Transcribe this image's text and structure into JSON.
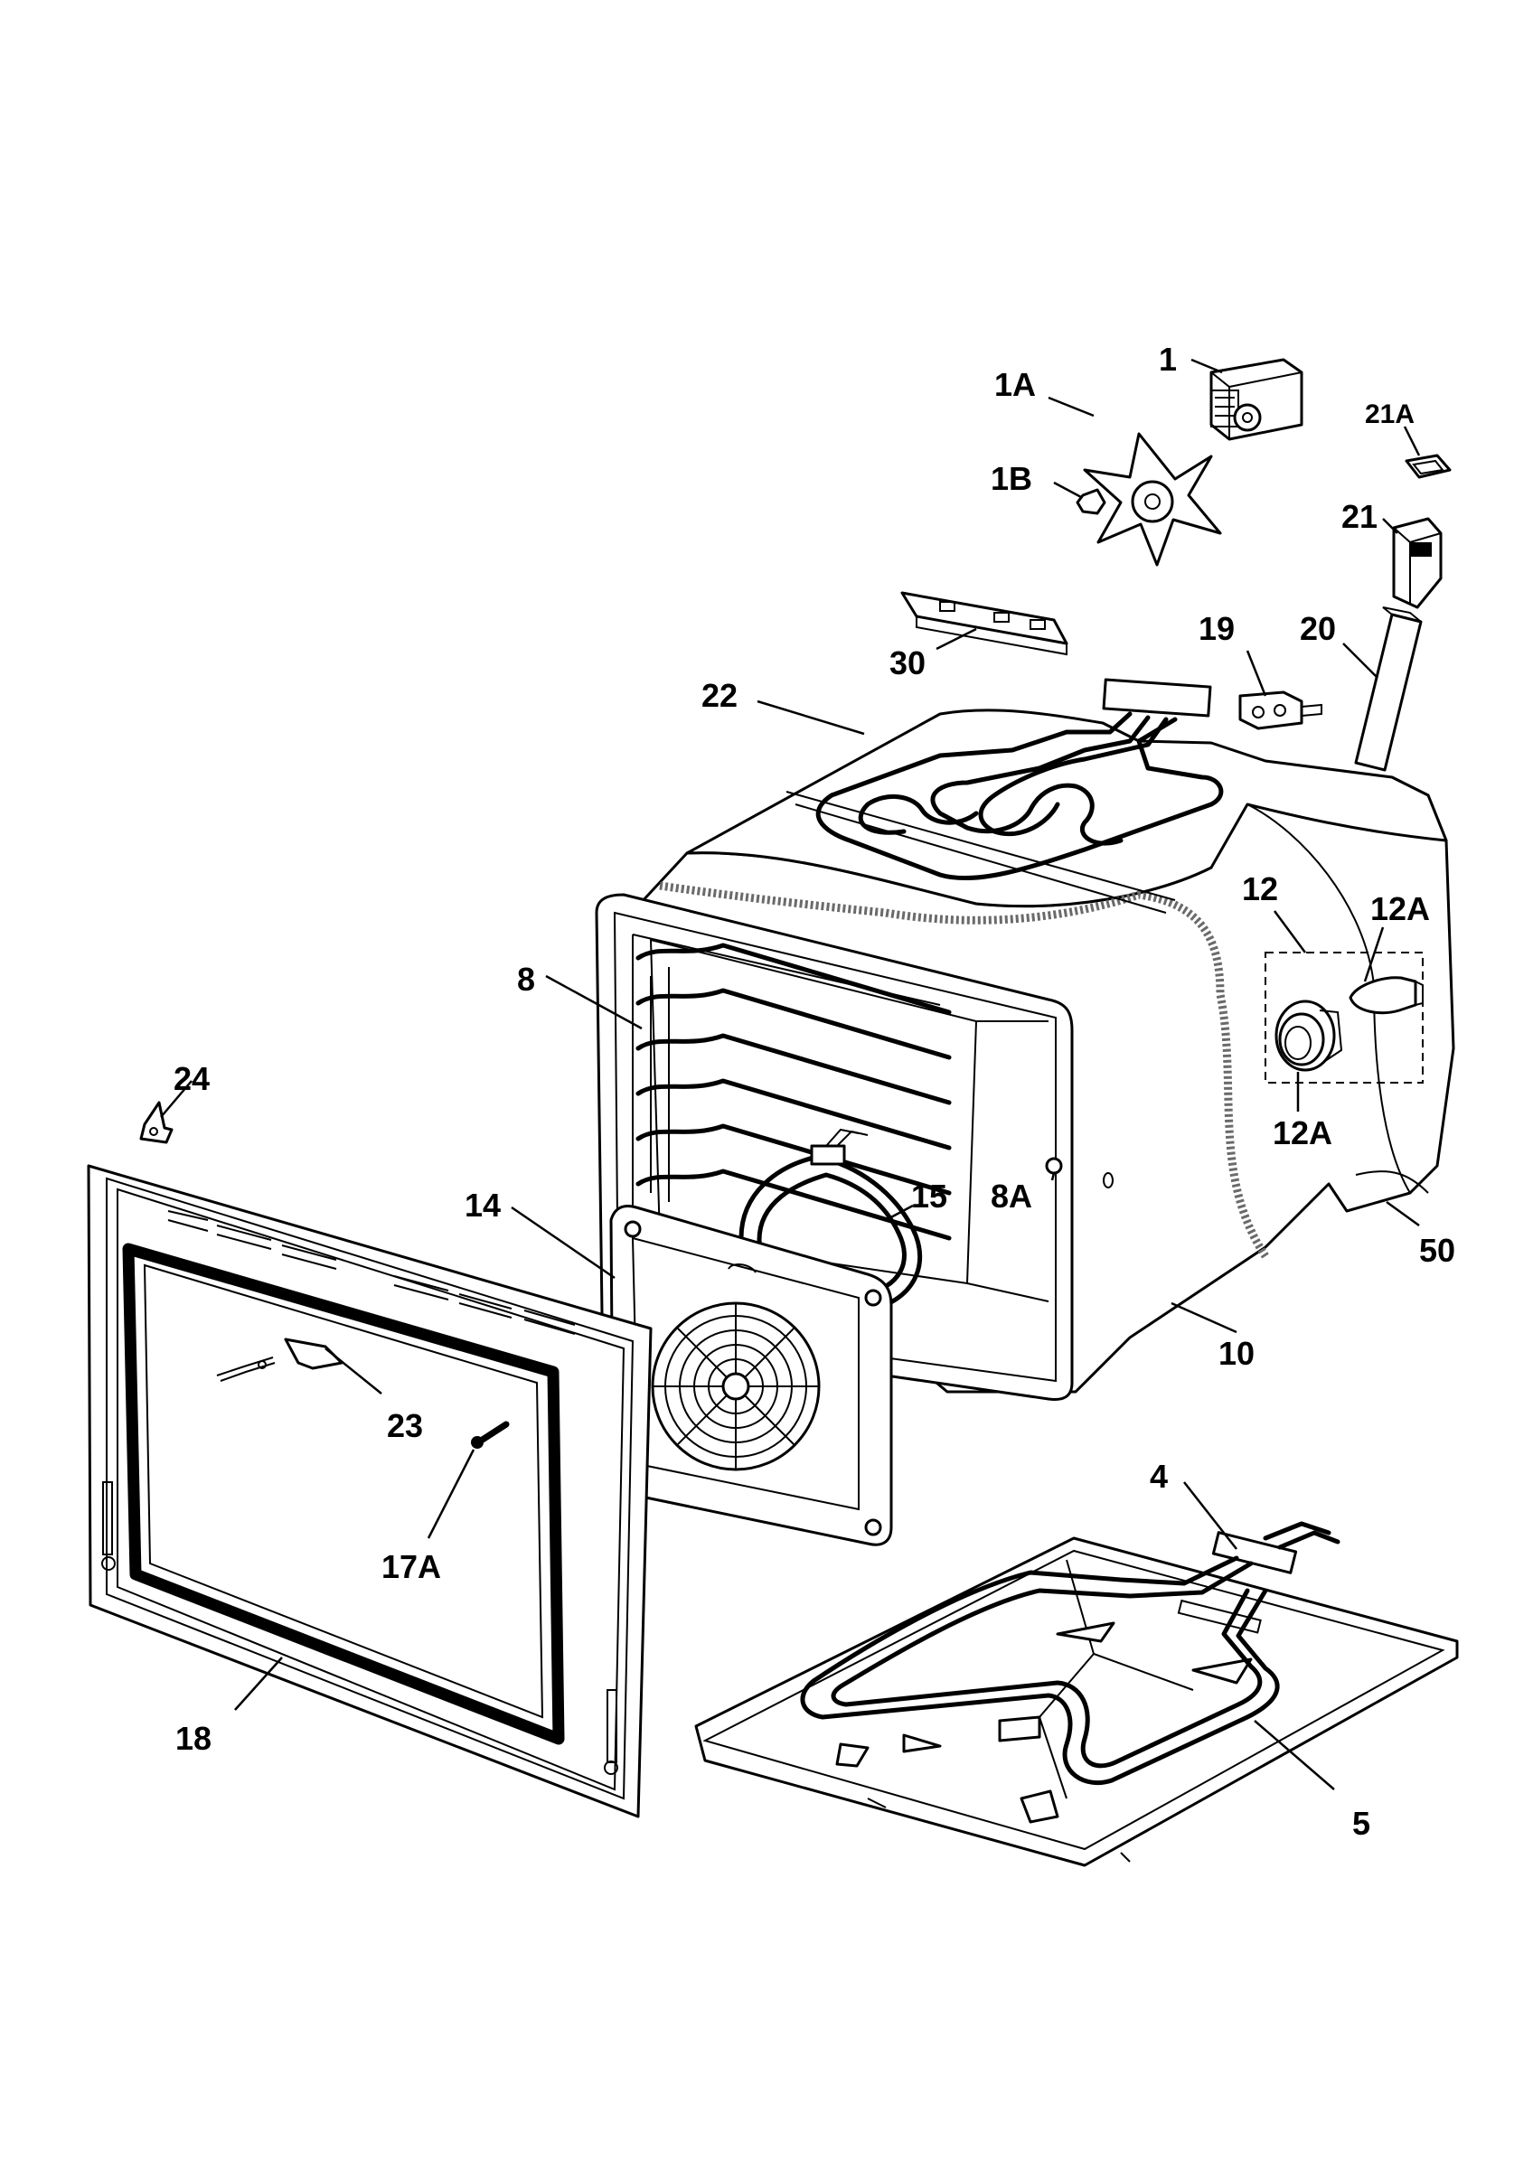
{
  "callouts": {
    "c1": "1",
    "c1A": "1A",
    "c1B": "1B",
    "c21A": "21A",
    "c21": "21",
    "c20": "20",
    "c19": "19",
    "c30": "30",
    "c22": "22",
    "c12": "12",
    "c12A_top": "12A",
    "c12A_bottom": "12A",
    "c8": "8",
    "c24": "24",
    "c14": "14",
    "c15": "15",
    "c8A": "8A",
    "c50": "50",
    "c10": "10",
    "c23": "23",
    "c17A": "17A",
    "c4": "4",
    "c18": "18",
    "c5": "5"
  }
}
